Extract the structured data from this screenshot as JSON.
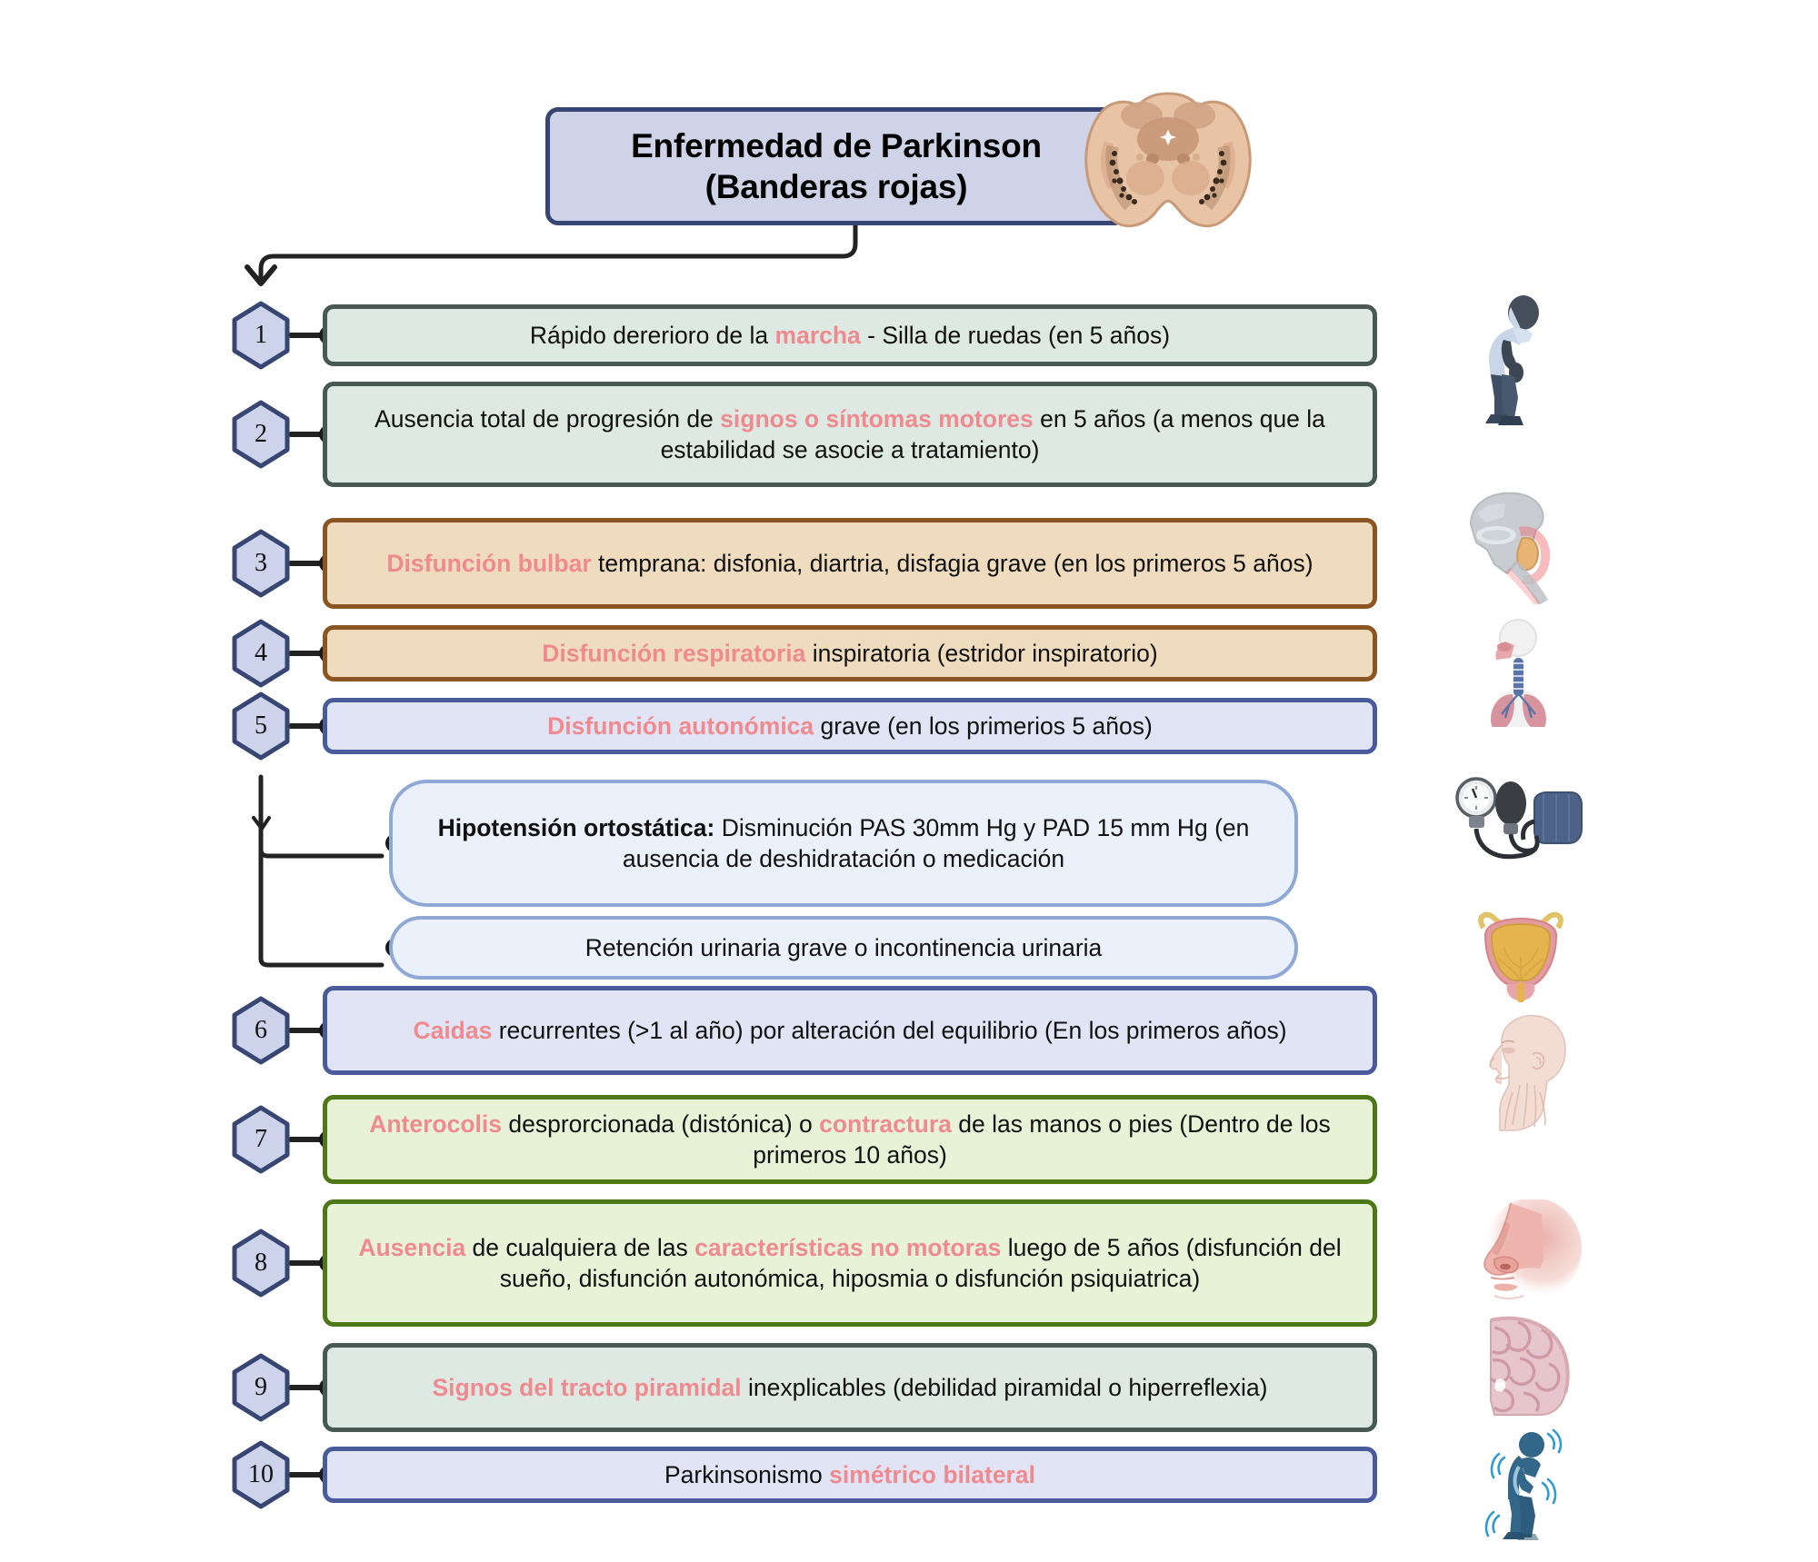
{
  "title": {
    "line1": "Enfermedad de Parkinson",
    "line2": "(Banderas rojas)",
    "icon": "midbrain-substantia-nigra-illustration"
  },
  "colors": {
    "highlight_red": "#ef8a8f",
    "teal_fill": "#dee9e4",
    "teal_border": "#475855",
    "orange_fill": "#efdcbe",
    "orange_border": "#8a5423",
    "purple_fill": "#e1e4f4",
    "purple_border": "#4a5b9c",
    "green_fill": "#e8f2d7",
    "green_border": "#4e7718",
    "pale_fill": "#eaf1fa",
    "pale_border": "#8fa9d4",
    "hex_fill": "#ccd3ea",
    "hex_border": "#374672"
  },
  "items": [
    {
      "number": "1",
      "style": "teal",
      "segments": [
        {
          "t": "Rápido dererioro de la ",
          "h": false
        },
        {
          "t": "marcha",
          "h": true
        },
        {
          "t": " - Silla de ruedas (en 5 años)",
          "h": false
        }
      ],
      "plain": "Rápido dererioro de la marcha - Silla de ruedas (en 5 años)",
      "illustration": "stooped-man-walking-icon"
    },
    {
      "number": "2",
      "style": "teal",
      "segments": [
        {
          "t": "Ausencia total de progresión de ",
          "h": false
        },
        {
          "t": "signos o síntomas motores",
          "h": true
        },
        {
          "t": " en 5 años (a menos que la estabilidad se asocie a tratamiento)",
          "h": false
        }
      ],
      "plain": "Ausencia total de progresión de signos o síntomas motores en 5 años (a menos que la estabilidad se asocie a tratamiento)",
      "illustration": null
    },
    {
      "number": "3",
      "style": "orange",
      "segments": [
        {
          "t": "Disfunción bulbar",
          "h": true
        },
        {
          "t": " temprana: disfonia, diartria, disfagia grave (en los primeros 5 años)",
          "h": false
        }
      ],
      "plain": "Disfunción bulbar temprana: disfonia, diartria, disfagia grave (en los primeros 5 años)",
      "illustration": "throat-larynx-anatomy-icon"
    },
    {
      "number": "4",
      "style": "orange",
      "segments": [
        {
          "t": "Disfunción respiratoria",
          "h": true
        },
        {
          "t": " inspiratoria (estridor inspiratorio)",
          "h": false
        }
      ],
      "plain": "Disfunción respiratoria inspiratoria (estridor inspiratorio)",
      "illustration": "lungs-respiratory-system-icon"
    },
    {
      "number": "5",
      "style": "purple",
      "segments": [
        {
          "t": "Disfunción autonómica",
          "h": true
        },
        {
          "t": " grave (en los primerios 5 años)",
          "h": false
        }
      ],
      "plain": "Disfunción autonómica grave (en los primerios 5 años)",
      "illustration": null
    },
    {
      "number": "6",
      "style": "purple",
      "segments": [
        {
          "t": "Caidas",
          "h": true
        },
        {
          "t": " recurrentes (>1 al año) por alteración del equilibrio (En los primeros años)",
          "h": false
        }
      ],
      "plain": "Caidas recurrentes (>1 al año) por alteración del equilibrio (En los primeros años)",
      "illustration": "head-neck-profile-icon"
    },
    {
      "number": "7",
      "style": "green",
      "segments": [
        {
          "t": "Anterocolis",
          "h": true
        },
        {
          "t": " desprorcionada (distónica) o ",
          "h": false
        },
        {
          "t": "contractura",
          "h": true
        },
        {
          "t": " de las manos o pies (Dentro de los primeros 10 años)",
          "h": false
        }
      ],
      "plain": "Anterocolis desprorcionada (distónica) o contractura de las manos o pies (Dentro de los primeros 10 años)",
      "illustration": "nose-smell-icon"
    },
    {
      "number": "8",
      "style": "green",
      "segments": [
        {
          "t": "Ausencia",
          "h": true
        },
        {
          "t": " de cualquiera de las ",
          "h": false
        },
        {
          "t": "características no motoras",
          "h": true
        },
        {
          "t": " luego de 5 años (disfunción del sueño, disfunción autonómica, hiposmia o disfunción psiquiatrica)",
          "h": false
        }
      ],
      "plain": "Ausencia de cualquiera de las características no motoras luego de 5 años (disfunción del sueño, disfunción autonómica, hiposmia o disfunción psiquiatrica)",
      "illustration": null
    },
    {
      "number": "9",
      "style": "teal",
      "segments": [
        {
          "t": "Signos del tracto piramidal",
          "h": true
        },
        {
          "t": " inexplicables (debilidad piramidal o hiperreflexia)",
          "h": false
        }
      ],
      "plain": "Signos del tracto piramidal inexplicables (debilidad piramidal o hiperreflexia)",
      "illustration": "brain-cortex-section-icon"
    },
    {
      "number": "10",
      "style": "purple",
      "segments": [
        {
          "t": "Parkinsonismo ",
          "h": false
        },
        {
          "t": "simétrico bilateral",
          "h": true
        }
      ],
      "plain": "Parkinsonismo simétrico bilateral",
      "illustration": "tremor-person-icon"
    }
  ],
  "subitems": [
    {
      "parent": "5",
      "segments": [
        {
          "t": "Hipotensión ortostática:",
          "b": true
        },
        {
          "t": " Disminución PAS 30mm Hg y PAD 15 mm Hg (en ausencia de deshidratación o medicación",
          "b": false
        }
      ],
      "plain": "Hipotensión ortostática: Disminución PAS 30mm Hg y PAD 15 mm Hg (en ausencia de deshidratación o medicación",
      "illustration": "blood-pressure-cuff-icon"
    },
    {
      "parent": "5",
      "segments": [
        {
          "t": "Retención urinaria grave o incontinencia urinaria",
          "b": false
        }
      ],
      "plain": "Retención urinaria grave o incontinencia urinaria",
      "illustration": "bladder-icon"
    }
  ]
}
